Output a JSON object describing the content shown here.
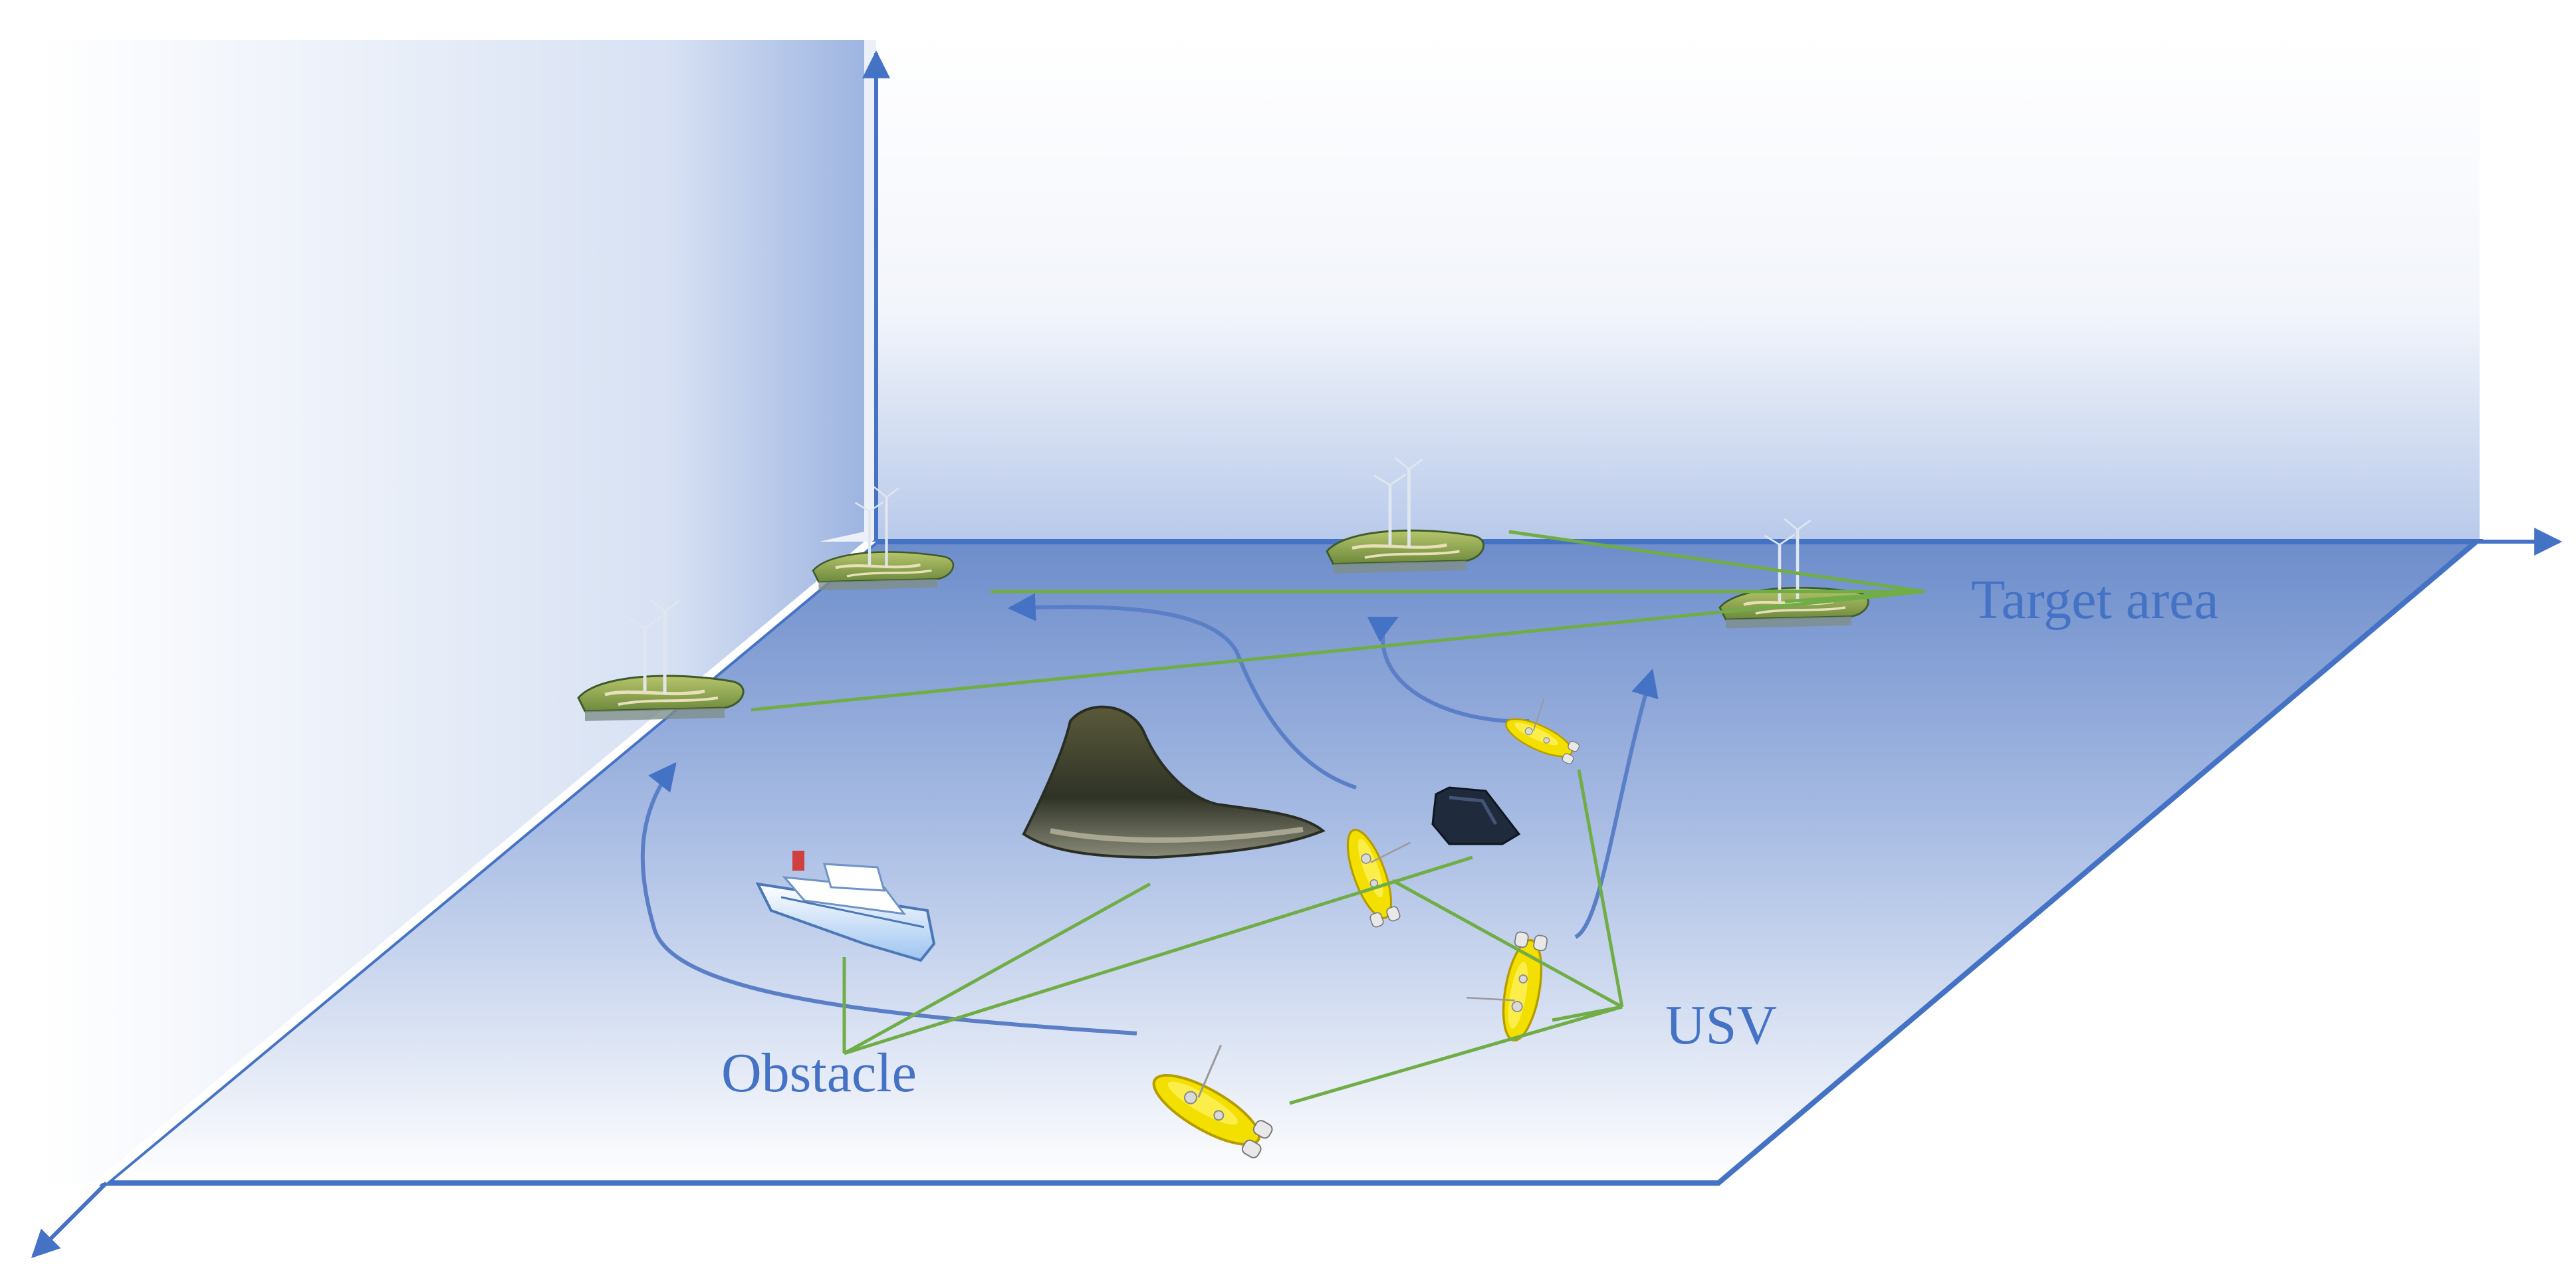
{
  "labels": {
    "target_area": "Target area",
    "usv": "USV",
    "obstacle": "Obstacle"
  },
  "colors": {
    "axis": "#4472c4",
    "annotation_line": "#70ad47",
    "path": "#5b7fc6",
    "label_text": "#4472c4",
    "usv_body": "#f5e200",
    "plane_dark": "#6f8fcc",
    "plane_light": "#ffffff"
  },
  "icons": {
    "target_area": "island-with-wind-turbines-icon",
    "usv": "unmanned-surface-vessel-icon",
    "obstacle_island": "rocky-island-icon",
    "obstacle_rock": "rock-icon",
    "obstacle_ship": "cruise-ship-icon"
  }
}
